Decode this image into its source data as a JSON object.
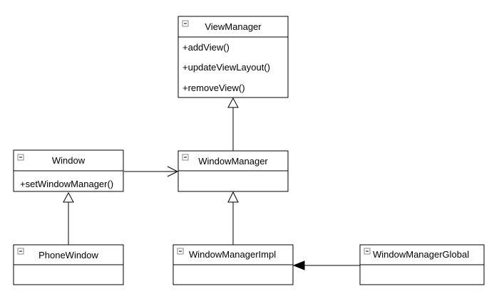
{
  "diagram": {
    "classes": [
      {
        "id": "view-manager",
        "name": "ViewManager",
        "methods": [
          "+addView()",
          "+updateViewLayout()",
          "+removeView()"
        ]
      },
      {
        "id": "window",
        "name": "Window",
        "methods": [
          "+setWindowManager()"
        ]
      },
      {
        "id": "window-manager",
        "name": "WindowManager",
        "methods": []
      },
      {
        "id": "phone-window",
        "name": "PhoneWindow",
        "methods": []
      },
      {
        "id": "window-manager-impl",
        "name": "WindowManagerImpl",
        "methods": []
      },
      {
        "id": "window-manager-global",
        "name": "WindowManagerGlobal",
        "methods": []
      }
    ],
    "relations": [
      {
        "from": "window-manager",
        "to": "view-manager",
        "type": "generalization"
      },
      {
        "from": "window",
        "to": "window-manager",
        "type": "association"
      },
      {
        "from": "phone-window",
        "to": "window",
        "type": "generalization"
      },
      {
        "from": "window-manager-impl",
        "to": "window-manager",
        "type": "generalization"
      },
      {
        "from": "window-manager-global",
        "to": "window-manager-impl",
        "type": "directed-association"
      }
    ],
    "colors": {
      "stroke": "#000000",
      "fill": "#ffffff",
      "collapse_icon": "#888888"
    }
  }
}
